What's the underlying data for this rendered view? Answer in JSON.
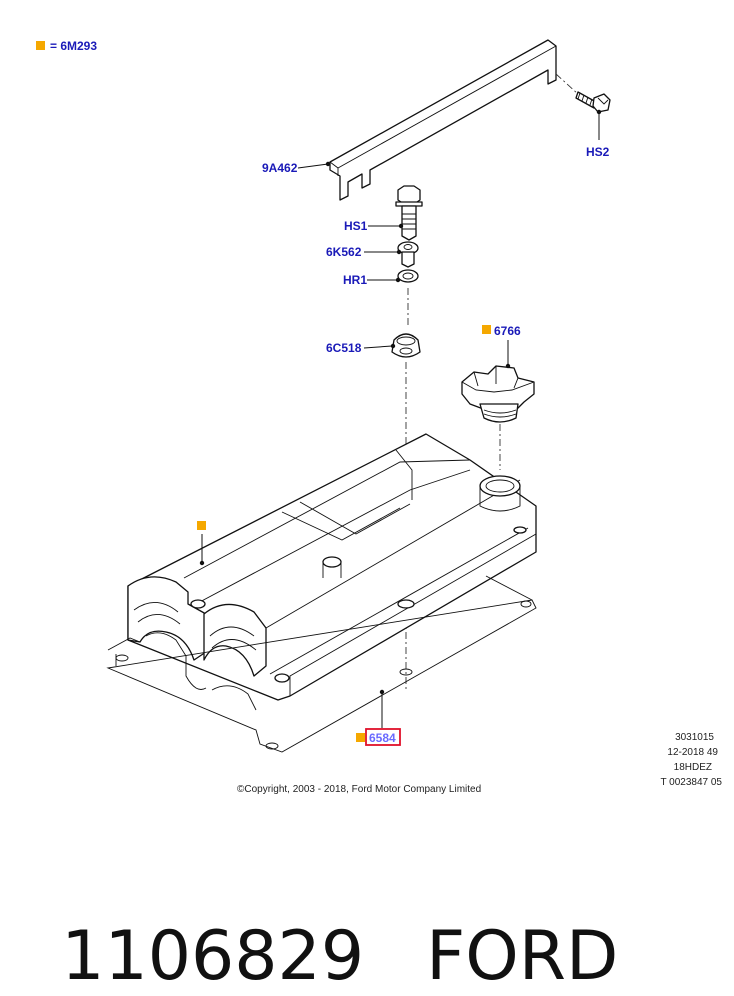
{
  "legend": {
    "marker_color": "#f5a800",
    "text": "= 6M293"
  },
  "callouts": {
    "hs2": "HS2",
    "p9a462": "9A462",
    "hs1": "HS1",
    "p6k562": "6K562",
    "hr1": "HR1",
    "p6c518": "6C518",
    "p6766": "6766",
    "p6584": "6584"
  },
  "highlight_color": "#e0102a",
  "label_color": "#1a1ab8",
  "meta_lines": [
    "3031015",
    "12-2018 49",
    "18HDEZ",
    "T 0023847 05"
  ],
  "copyright": "©Copyright, 2003 - 2018, Ford Motor Company Limited",
  "part_number": "1106829",
  "brand": "FORD"
}
